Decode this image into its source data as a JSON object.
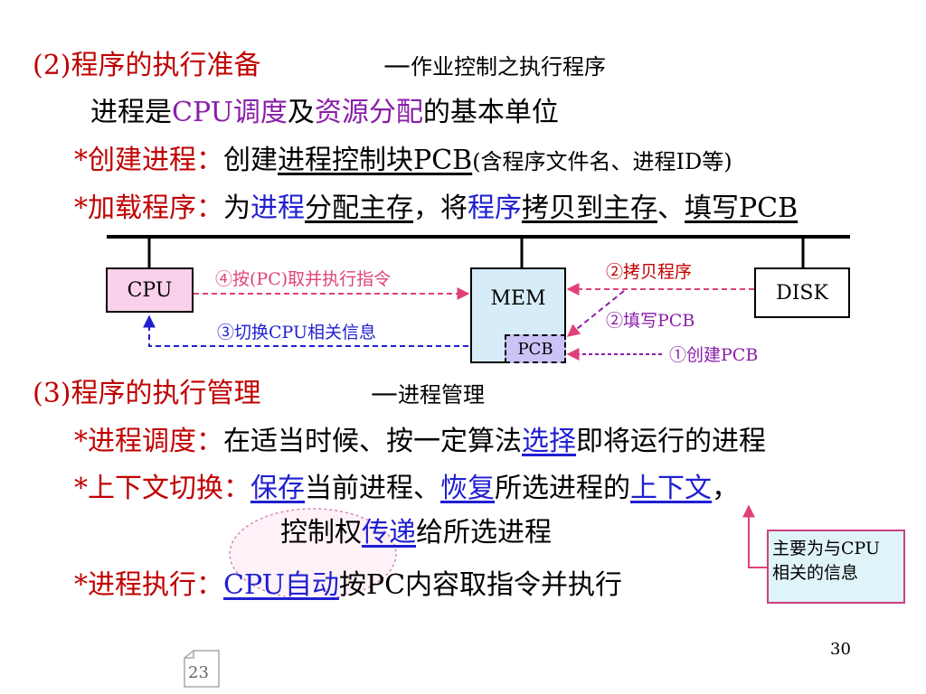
{
  "section2": {
    "heading": "(2)程序的执行准备",
    "dash": "—",
    "subtitle": "作业控制之执行程序",
    "line1": {
      "a": "进程是",
      "cpu": "CPU",
      "b": "调度",
      "c": "及",
      "d": "资源分配",
      "e": "的基本单位"
    },
    "line2": {
      "star": "*创建进程：",
      "a": "创建",
      "b": "进程控制块PCB",
      "c": "(含程序文件名、进程ID等)"
    },
    "line3": {
      "star": "*加载程序：",
      "a": "为",
      "b": "进程",
      "c": "分配主存",
      "d": "，将",
      "e": "程序",
      "f": "拷贝到主存",
      "g": "、",
      "h": "填写PCB"
    }
  },
  "diagram": {
    "cpu": "CPU",
    "mem": "MEM",
    "pcb": "PCB",
    "disk": "DISK",
    "label_fetch": "④按(PC)取并执行指令",
    "label_switch": "③切换CPU相关信息",
    "label_copy": "②拷贝程序",
    "label_fill": "②填写PCB",
    "label_create": "①创建PCB"
  },
  "section3": {
    "heading": "(3)程序的执行管理",
    "dash": "—",
    "subtitle": "进程管理",
    "line1": {
      "star": "*进程调度：",
      "a": "在适当时候、按一定算法",
      "b": "选择",
      "c": "即将运行的进程"
    },
    "line2": {
      "star": "*上下文切换：",
      "a": "保存",
      "b": "当前进程、",
      "c": "恢复",
      "d": "所选进程的",
      "e": "上下文",
      "f": "，"
    },
    "line3": {
      "a": "控制权",
      "b": "传递",
      "c": "给所选进程"
    },
    "line4": {
      "star": "*进程执行：",
      "a": "CPU自动",
      "b": "按PC内容取指令并执行"
    }
  },
  "note": {
    "line1": "主要为与CPU",
    "line2": "相关的信息"
  },
  "page_number": "30",
  "slide_icon_number": "23",
  "colors": {
    "red": "#c00000",
    "blue": "#1f1fd1",
    "purple": "#8a1ea8",
    "pink": "#e0407a",
    "cpu_box": "#fbd0ea",
    "mem_box": "#d7ecf9",
    "pcb_box": "#c9c3f6",
    "note_bg": "#dff4f9"
  }
}
